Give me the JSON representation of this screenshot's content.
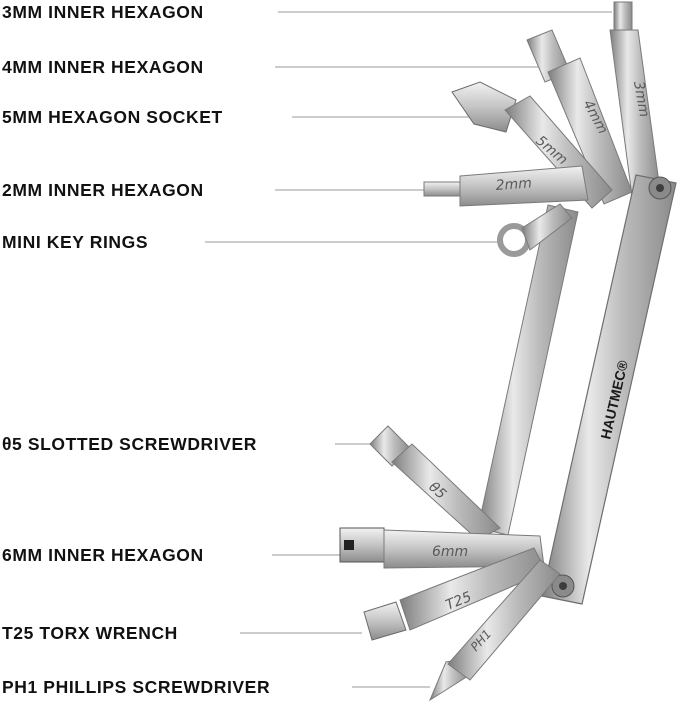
{
  "callouts": [
    {
      "id": "c3mm",
      "label": "3MM INNER HEXAGON"
    },
    {
      "id": "c4mm",
      "label": "4MM INNER HEXAGON"
    },
    {
      "id": "c5mm",
      "label": "5MM HEXAGON SOCKET"
    },
    {
      "id": "c2mm",
      "label": "2MM INNER HEXAGON"
    },
    {
      "id": "ckey",
      "label": "MINI KEY RINGS"
    },
    {
      "id": "cslot",
      "label": "θ5 SLOTTED SCREWDRIVER"
    },
    {
      "id": "c6mm",
      "label": "6MM INNER HEXAGON"
    },
    {
      "id": "ct25",
      "label": "T25 TORX WRENCH"
    },
    {
      "id": "cph1",
      "label": "PH1 PHILLIPS SCREWDRIVER"
    }
  ],
  "engravings": {
    "bit3": "3mm",
    "bit4": "4mm",
    "bit5": "5mm",
    "bit2": "2mm",
    "slot": "θ5",
    "bit6": "6mm",
    "t25": "T25",
    "ph1": "PH1"
  },
  "brand": "HAUTMEC®",
  "colors": {
    "steel": "#c9c9c9",
    "steel_dark": "#8e8e8e",
    "text": "#111111",
    "leader": "#9a9a9a"
  }
}
